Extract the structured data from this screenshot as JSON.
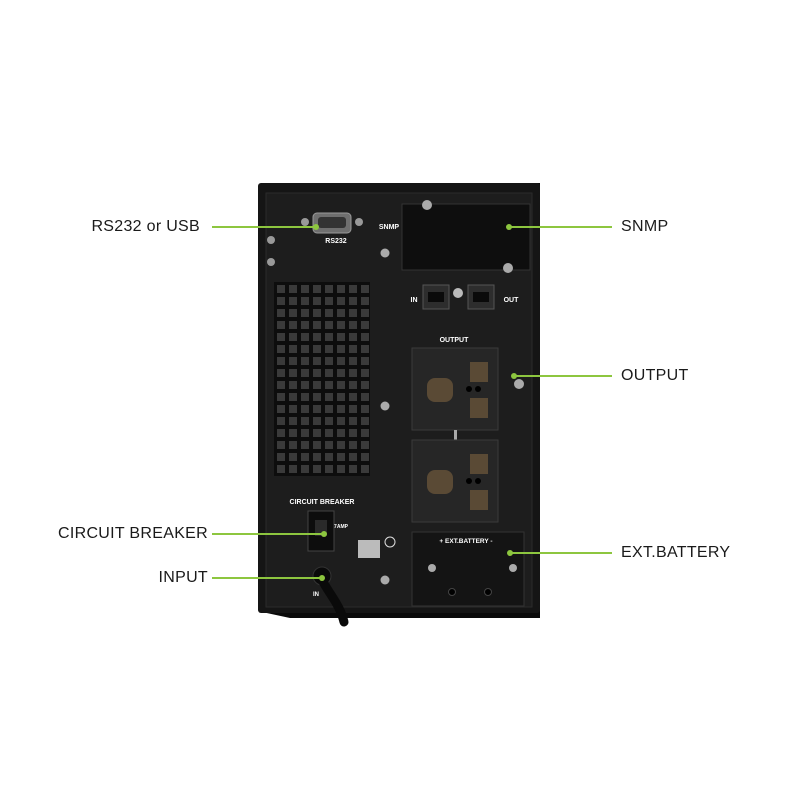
{
  "callouts": {
    "rs232": "RS232 or USB",
    "snmp": "SNMP",
    "output": "OUTPUT",
    "circuit_breaker": "CIRCUIT BREAKER",
    "input": "INPUT",
    "ext_battery": "EXT.BATTERY"
  },
  "panel": {
    "rs232": "RS232",
    "snmp": "SNMP",
    "in": "IN",
    "out": "OUT",
    "output": "OUTPUT",
    "circuit_breaker": "CIRCUIT BREAKER",
    "ext_battery": "+  EXT.BATTERY  -",
    "amp": "7AMP",
    "input": "IN"
  },
  "colors": {
    "accent": "#8dc63f",
    "body": "#141414",
    "panel": "#1c1c1c",
    "background": "#ffffff"
  }
}
